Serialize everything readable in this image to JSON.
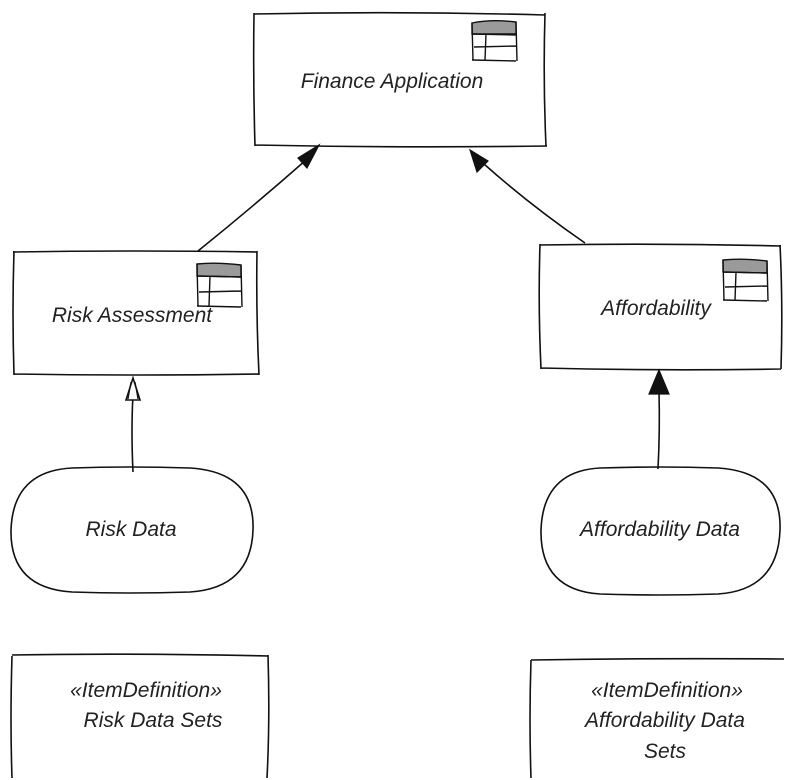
{
  "diagram": {
    "decisions": {
      "finance_application": "Finance Application",
      "risk_assessment": "Risk Assessment",
      "affordability": "Affordability"
    },
    "input_data": {
      "risk_data": "Risk Data",
      "affordability_data": "Affordability Data"
    },
    "item_definitions": {
      "risk_data_sets": {
        "stereotype": "«ItemDefinition»",
        "name": "Risk Data Sets"
      },
      "affordability_data_sets": {
        "stereotype": "«ItemDefinition»",
        "name_line1": "Affordability Data",
        "name_line2": "Sets"
      }
    },
    "icons": {
      "decision_table": "decision-table-icon"
    },
    "colors": {
      "stroke": "#111111",
      "icon_fill": "#9a9a9a",
      "text": "#222222"
    }
  }
}
